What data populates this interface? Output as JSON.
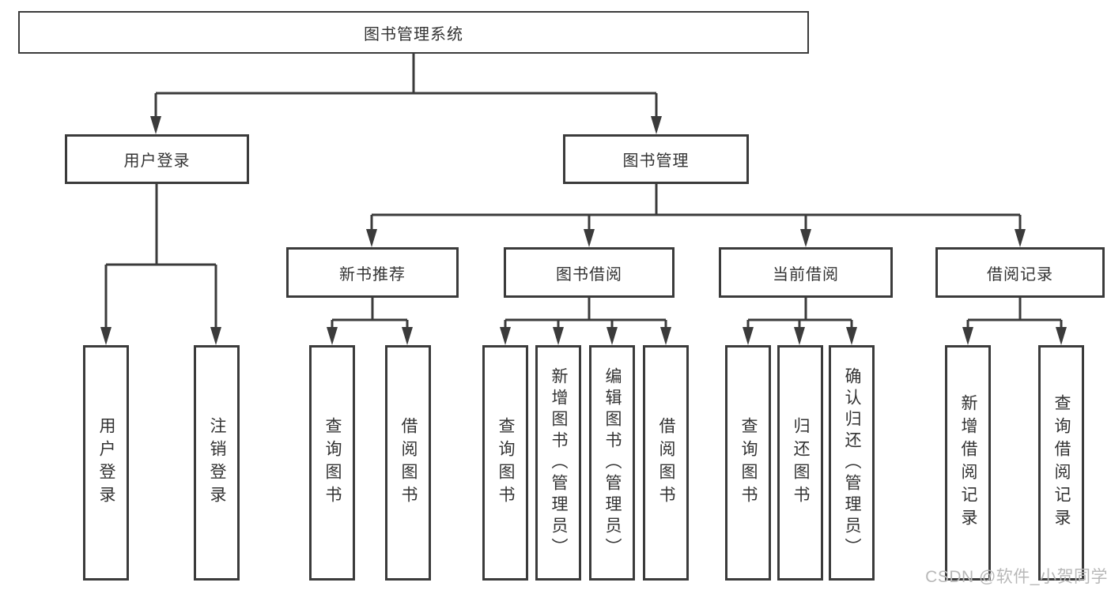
{
  "diagram_title": "图书管理系统",
  "watermark": "CSDN @软件_小贺同学",
  "colors": {
    "line": "#3b3b3b",
    "box_border": "#3b3b3b",
    "text": "#333333",
    "background": "#ffffff",
    "watermark": "#b8b8b8"
  },
  "tree": {
    "root": {
      "label": "图书管理系统"
    },
    "children": [
      {
        "label": "用户登录",
        "children": [
          {
            "label": "用户登录"
          },
          {
            "label": "注销登录"
          }
        ]
      },
      {
        "label": "图书管理",
        "children": [
          {
            "label": "新书推荐",
            "children": [
              {
                "label": "查询图书"
              },
              {
                "label": "借阅图书"
              }
            ]
          },
          {
            "label": "图书借阅",
            "children": [
              {
                "label": "查询图书"
              },
              {
                "label": "新增图书（管理员）"
              },
              {
                "label": "编辑图书（管理员）"
              },
              {
                "label": "借阅图书"
              }
            ]
          },
          {
            "label": "当前借阅",
            "children": [
              {
                "label": "查询图书"
              },
              {
                "label": "归还图书"
              },
              {
                "label": "确认归还（管理员）"
              }
            ]
          },
          {
            "label": "借阅记录",
            "children": [
              {
                "label": "新增借阅记录"
              },
              {
                "label": "查询借阅记录"
              }
            ]
          }
        ]
      }
    ]
  }
}
